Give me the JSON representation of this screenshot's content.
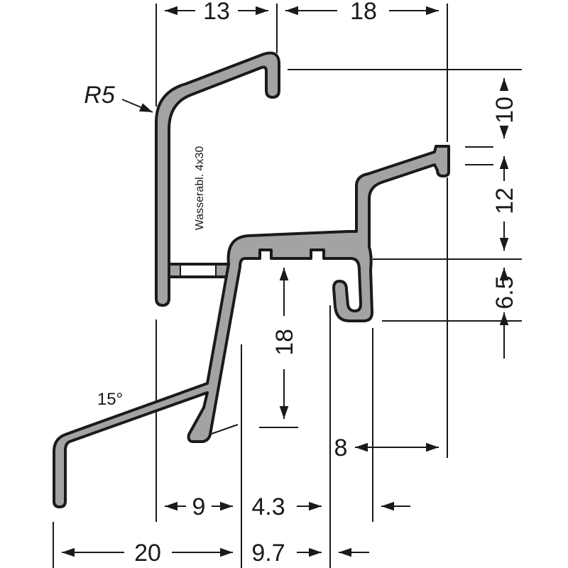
{
  "labels": {
    "radius": "R5",
    "angle": "15°",
    "water_note": "Wasserabl. 4x30"
  },
  "dimensions": {
    "top_left": "13",
    "top_right": "18",
    "right_1": "10",
    "right_2": "12",
    "right_3": "6.5",
    "center_vertical": "18",
    "right_bottom": "8",
    "bottom_a": "9",
    "bottom_b": "4.3",
    "bottom_c": "20",
    "bottom_d": "9.7"
  },
  "colors": {
    "profile_fill": "#a3a3a3",
    "line": "#1a1a1a",
    "background": "#ffffff"
  }
}
